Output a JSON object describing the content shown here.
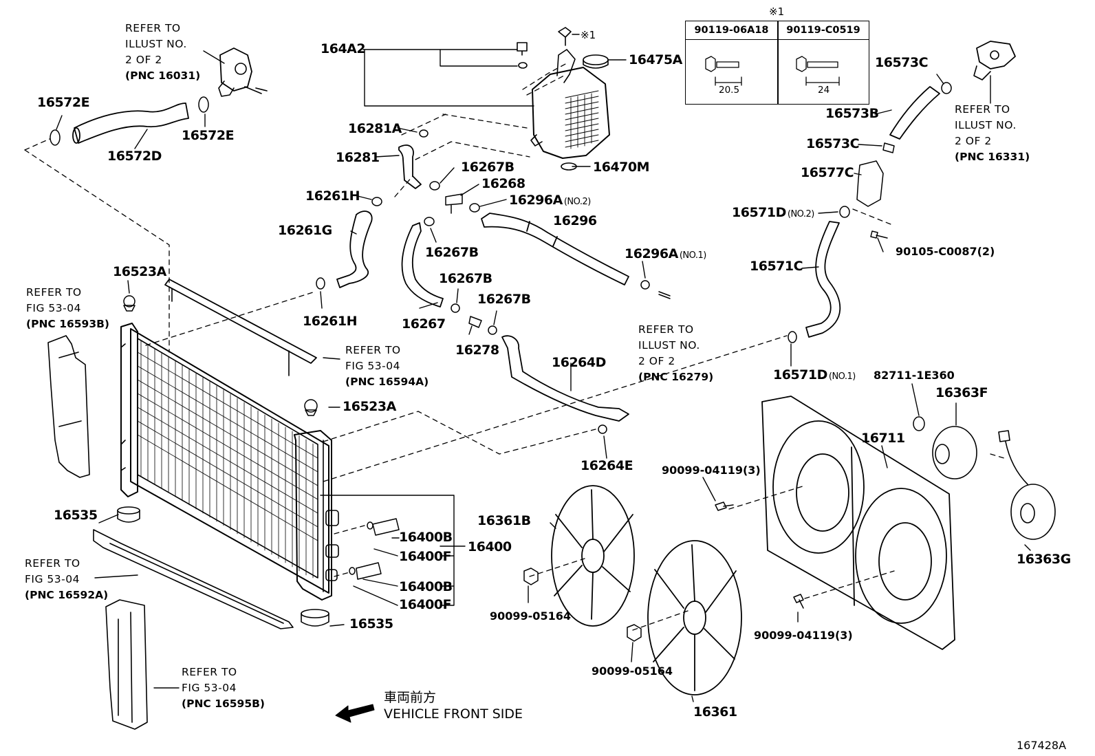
{
  "table": {
    "mark": "※1",
    "bolt_a": {
      "part_no": "90119-06A18",
      "length": "20.5"
    },
    "bolt_b": {
      "part_no": "90119-C0519",
      "length": "24"
    }
  },
  "parts": {
    "p164A2": "164A2",
    "p16475A": "16475A",
    "p_mark1": "※1",
    "p16573C_top": "16573C",
    "p16573B": "16573B",
    "p16573C_mid": "16573C",
    "p16577C": "16577C",
    "p16571D_no2": "16571D",
    "no2": "(NO.2)",
    "p90105": "90105-C0087(2)",
    "p16571C": "16571C",
    "p16571D_no1": "16571D",
    "no1": "(NO.1)",
    "p16572E_left": "16572E",
    "p16572E_right": "16572E",
    "p16572D": "16572D",
    "p16281A": "16281A",
    "p16281": "16281",
    "p16267B_1": "16267B",
    "p16268": "16268",
    "p16470M": "16470M",
    "p16261H_top": "16261H",
    "p16296A_no2": "16296A",
    "p16296": "16296",
    "p16261G": "16261G",
    "p16267B_2": "16267B",
    "p16296A_no1": "16296A",
    "p16523A_top": "16523A",
    "p16267B_3": "16267B",
    "p16267B_4": "16267B",
    "p16261H_bot": "16261H",
    "p16267": "16267",
    "p16278": "16278",
    "p16264D": "16264D",
    "p82711": "82711-1E360",
    "p16363F": "16363F",
    "p16523A_mid": "16523A",
    "p16711": "16711",
    "p16264E": "16264E",
    "p90099_04119_a": "90099-04119(3)",
    "p16535_top": "16535",
    "p16361B": "16361B",
    "p16400B_1": "16400B",
    "p16400F_1": "16400F",
    "p16400": "16400",
    "p16400B_2": "16400B",
    "p16400F_2": "16400F",
    "p16363G": "16363G",
    "p16535_bot": "16535",
    "p90099_05164_a": "90099-05164",
    "p90099_04119_b": "90099-04119(3)",
    "p90099_05164_b": "90099-05164",
    "p16361": "16361"
  },
  "refs": {
    "ref_16031": {
      "l1": "REFER TO",
      "l2": "ILLUST NO.",
      "l3": "2 OF 2",
      "l4": "(PNC 16031)"
    },
    "ref_16331": {
      "l1": "REFER TO",
      "l2": "ILLUST NO.",
      "l3": "2 OF 2",
      "l4": "(PNC 16331)"
    },
    "ref_16593B": {
      "l1": "REFER TO",
      "l2": "FIG 53-04",
      "l3": "(PNC 16593B)"
    },
    "ref_16594A": {
      "l1": "REFER TO",
      "l2": "FIG 53-04",
      "l3": "(PNC 16594A)"
    },
    "ref_16279": {
      "l1": "REFER TO",
      "l2": "ILLUST NO.",
      "l3": "2 OF 2",
      "l4": "(PNC 16279)"
    },
    "ref_16592A": {
      "l1": "REFER TO",
      "l2": "FIG 53-04",
      "l3": "(PNC 16592A)"
    },
    "ref_16595B": {
      "l1": "REFER TO",
      "l2": "FIG 53-04",
      "l3": "(PNC 16595B)"
    }
  },
  "front": {
    "jp": "車両前方",
    "en": "VEHICLE FRONT SIDE"
  },
  "drawing_number": "167428A"
}
